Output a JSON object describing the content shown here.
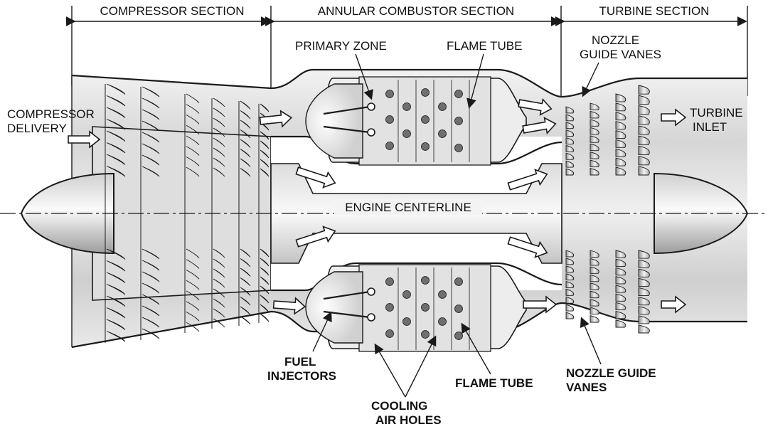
{
  "sections": {
    "compressor": "COMPRESSOR SECTION",
    "combustor": "ANNULAR COMBUSTOR SECTION",
    "turbine": "TURBINE SECTION"
  },
  "labels": {
    "compressor_delivery": [
      "COMPRESSOR",
      "DELIVERY"
    ],
    "primary_zone": "PRIMARY ZONE",
    "flame_tube_top": "FLAME TUBE",
    "nozzle_guide_vanes_top": [
      "NOZZLE",
      "GUIDE VANES"
    ],
    "turbine_inlet": [
      "TURBINE",
      "INLET"
    ],
    "engine_centerline": "ENGINE CENTERLINE",
    "fuel_injectors": [
      "FUEL",
      "INJECTORS"
    ],
    "cooling_air_holes": [
      "COOLING",
      "AIR HOLES"
    ],
    "flame_tube_bottom": "FLAME TUBE",
    "nozzle_guide_vanes_bottom": [
      "NOZZLE GUIDE",
      "VANES"
    ]
  },
  "colors": {
    "ink": "#1a1a1a",
    "casing_fill": "#e6e6e6",
    "shadow_fill": "#b9b9b9",
    "highlight_fill": "#f7f7f7"
  }
}
